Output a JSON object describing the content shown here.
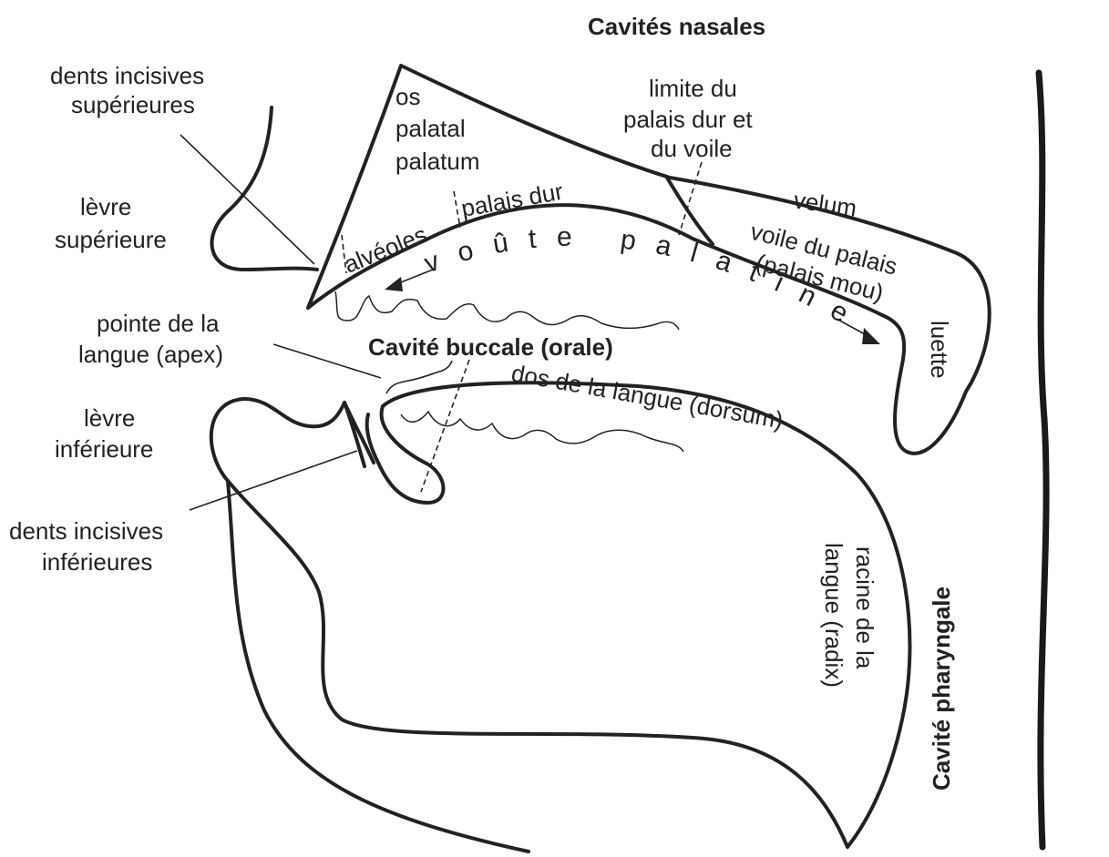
{
  "labels": {
    "cavites_nasales": "Cavités nasales",
    "dents_sup_1": "dents incisives",
    "dents_sup_2": "supérieures",
    "os_1": "os",
    "os_2": "palatal",
    "os_3": "palatum",
    "limite_1": "limite du",
    "limite_2": "palais dur et",
    "limite_3": "du voile",
    "levre_sup_1": "lèvre",
    "levre_sup_2": "supérieure",
    "alveoles": "alvéoles",
    "palais_dur": "palais dur",
    "velum": "velum",
    "voile_1": "voile du palais",
    "voile_2": "(palais mou)",
    "voute_palatine": "voûte palatine",
    "luette": "luette",
    "pointe_1": "pointe de la",
    "pointe_2": "langue (apex)",
    "cavite_buccale": "Cavité buccale (orale)",
    "dos_langue": "dos de la langue (dorsum)",
    "levre_inf_1": "lèvre",
    "levre_inf_2": "inférieure",
    "dents_inf_1": "dents incisives",
    "dents_inf_2": "inférieures",
    "racine_1": "racine de la",
    "racine_2": "langue (radix)",
    "cavite_pharyngale": "Cavité pharyngale"
  },
  "colors": {
    "ink": "#222222",
    "background": "#ffffff"
  }
}
